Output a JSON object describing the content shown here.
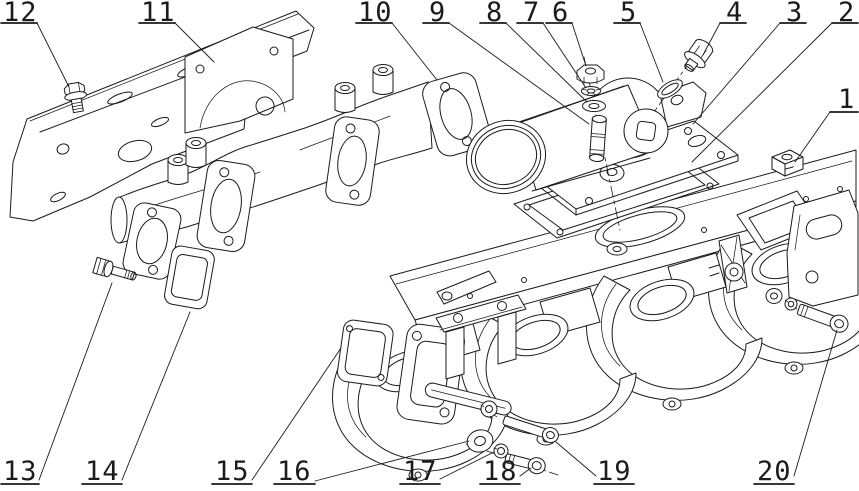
{
  "figure": {
    "background": "#ffffff",
    "line_color": "#1b1b1b",
    "style": "exploded-parts-line-drawing"
  },
  "callouts": [
    {
      "label": "1",
      "target": "mounting-block"
    },
    {
      "label": "2",
      "target": "housing-gasket"
    },
    {
      "label": "3",
      "target": "cover-plate"
    },
    {
      "label": "4",
      "target": "hex-plug-bolt"
    },
    {
      "label": "5",
      "target": "seal-washer"
    },
    {
      "label": "6",
      "target": "hex-nut"
    },
    {
      "label": "7",
      "target": "spring-washer"
    },
    {
      "label": "8",
      "target": "flat-washer"
    },
    {
      "label": "9",
      "target": "stud"
    },
    {
      "label": "10",
      "target": "exhaust-manifold"
    },
    {
      "label": "11",
      "target": "heat-shield"
    },
    {
      "label": "12",
      "target": "shield-bolt"
    },
    {
      "label": "13",
      "target": "manifold-bolt"
    },
    {
      "label": "14",
      "target": "exhaust-gasket"
    },
    {
      "label": "15",
      "target": "intake-gasket"
    },
    {
      "label": "16",
      "target": "washer"
    },
    {
      "label": "17",
      "target": "lock-nut"
    },
    {
      "label": "18",
      "target": "short-bolt"
    },
    {
      "label": "19",
      "target": "long-bolt"
    },
    {
      "label": "20",
      "target": "flange-bolt"
    }
  ]
}
